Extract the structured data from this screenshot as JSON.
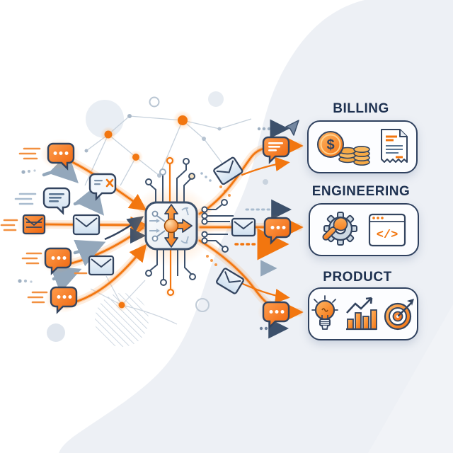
{
  "illustration": {
    "hub": {
      "icon": "router-chip-icon"
    },
    "incoming_icons": [
      "chat-bubble-icon",
      "chat-bubble-icon",
      "blocked-message-icon",
      "spam-envelope-icon",
      "envelope-icon",
      "chat-bubble-icon",
      "envelope-icon",
      "chat-bubble-icon"
    ],
    "departments": [
      {
        "label": "BILLING",
        "icons": [
          "dollar-coin-icon",
          "coin-stack-icon",
          "invoice-icon"
        ]
      },
      {
        "label": "ENGINEERING",
        "icons": [
          "gear-wrench-icon",
          "code-window-icon"
        ]
      },
      {
        "label": "PRODUCT",
        "icons": [
          "lightbulb-icon",
          "growth-chart-icon",
          "target-icon"
        ]
      }
    ],
    "glyphs": {
      "dollar": "$",
      "code": "</>"
    },
    "colors": {
      "accent_orange": "#f2760f",
      "navy_outline": "#33445f",
      "blue_gray": "#93a7bb",
      "card_border": "#2f415f",
      "title_text": "#1e3150",
      "background_blob": "#edf0f5"
    }
  }
}
